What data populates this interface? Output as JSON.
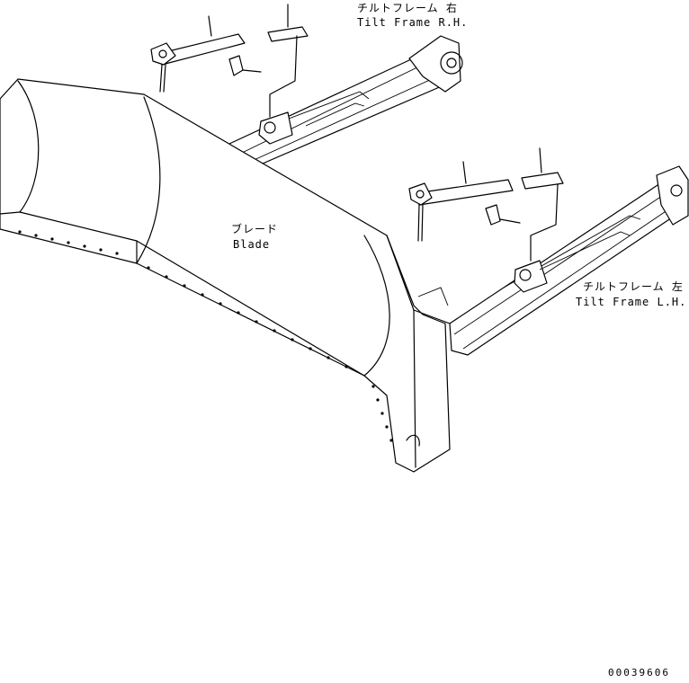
{
  "labels": {
    "tilt_frame_rh_jp": "チルトフレーム 右",
    "tilt_frame_rh_en": "Tilt Frame R.H.",
    "tilt_frame_lh_jp": "チルトフレーム 左",
    "tilt_frame_lh_en": "Tilt Frame L.H.",
    "blade_jp": "ブレード",
    "blade_en": "Blade"
  },
  "drawing_number": "00039606"
}
